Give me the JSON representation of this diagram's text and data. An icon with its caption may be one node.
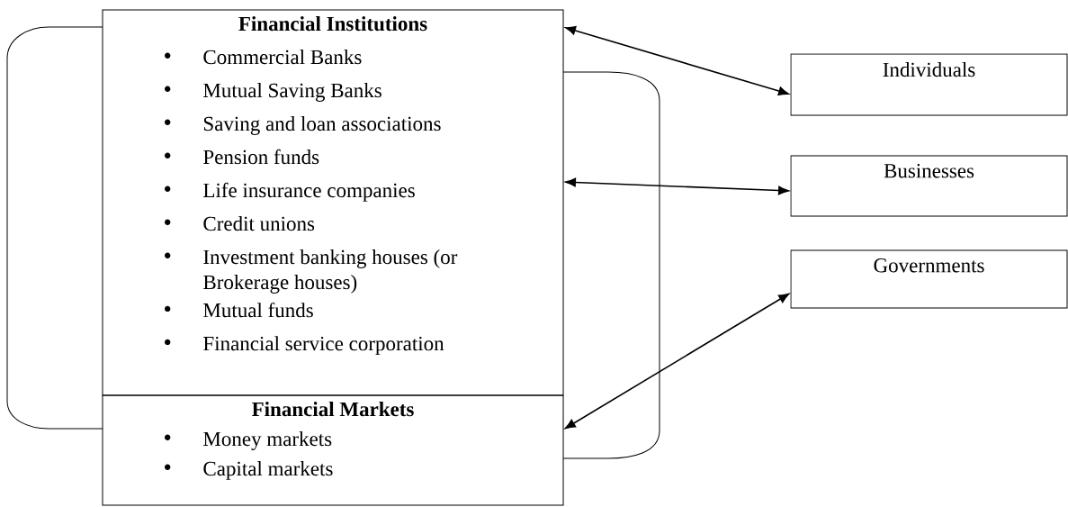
{
  "diagram": {
    "nodes": [
      {
        "text": [
          "Financial Institutions",
          "Commercial Banks",
          "Mutual Saving Banks",
          "Saving and loan associations",
          "Pension funds",
          "Life insurance companies",
          "Credit unions",
          "Investment banking houses (or Brokerage houses)",
          "Mutual funds",
          "Financial service corporation"
        ]
      },
      {
        "text": [
          "Financial Markets",
          "Money markets",
          "Capital markets"
        ]
      },
      {
        "text": [
          "Individuals"
        ]
      },
      {
        "text": [
          "Businesses"
        ]
      },
      {
        "text": [
          "Governments"
        ]
      }
    ],
    "edges": [
      {
        "from": 0,
        "to": 2,
        "arrow": "both"
      },
      {
        "from": 0,
        "to": 3,
        "arrow": "both"
      },
      {
        "from": 1,
        "to": 4,
        "arrow": "both"
      },
      {
        "from": 0,
        "to": 1,
        "arrow": "none"
      },
      {
        "from": 0,
        "to": 1,
        "arrow": "none"
      }
    ]
  }
}
